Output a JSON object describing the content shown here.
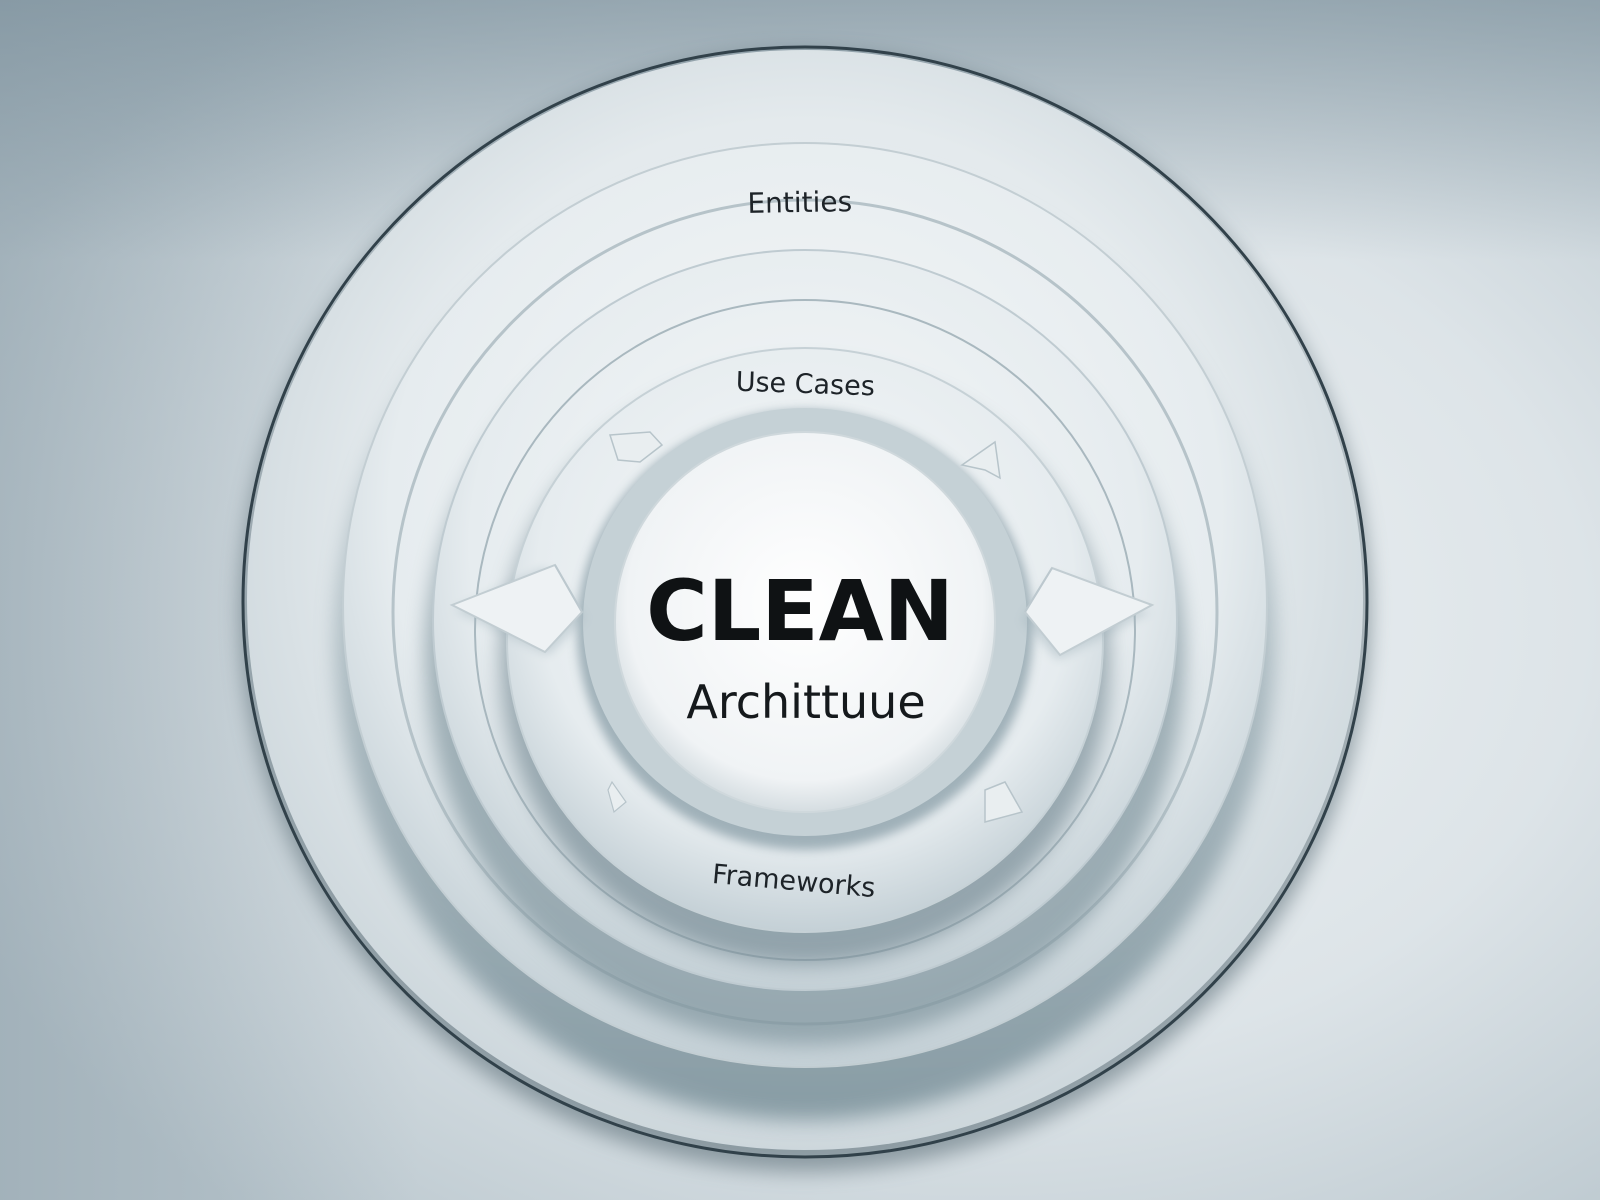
{
  "diagram": {
    "rings": {
      "entities": "Entities",
      "use_cases": "Use Cases",
      "frameworks": "Frameworks"
    },
    "center": {
      "title": "CLEAN",
      "subtitle": "Archittuue"
    }
  },
  "colors": {
    "background": "#dfe6ea",
    "ring_face": "#eef2f4",
    "ring_shadow": "#7f959f",
    "outer_rim": "#3a4a52",
    "text": "#111111"
  }
}
